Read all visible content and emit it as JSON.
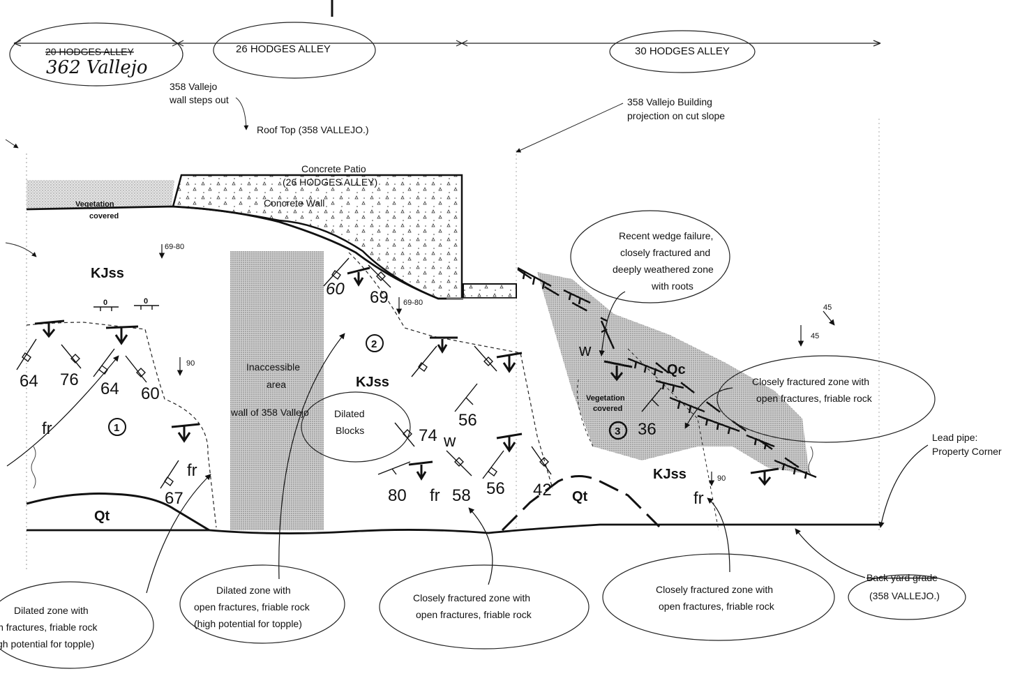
{
  "properties": {
    "p20": "20 HODGES ALLEY",
    "p362": "362 Vallejo",
    "p26": "26 HODGES ALLEY",
    "p30": "30 HODGES ALLEY"
  },
  "notes": {
    "wall_steps_1": "358 Vallejo",
    "wall_steps_2": "wall steps out",
    "roof_top": "Roof Top (358 VALLEJO.)",
    "building_proj_1": "358 Vallejo Building",
    "building_proj_2": "projection on cut slope",
    "patio_1": "Concrete Patio",
    "patio_2": "(26 HODGES ALLEY)",
    "concrete_wall": "Concrete Wall",
    "veg_covered_1": "Vegetation",
    "veg_covered_2": "covered",
    "wedge_1": "Recent wedge failure,",
    "wedge_2": "closely fractured and",
    "wedge_3": "deeply weathered zone",
    "wedge_4": "with roots",
    "inacc_1": "Inaccessible",
    "inacc_2": "area",
    "inacc_3": "wall of 358 Vallejo",
    "dilated_blocks_1": "Dilated",
    "dilated_blocks_2": "Blocks",
    "veg2_1": "Vegetation",
    "veg2_2": "covered",
    "cf_right_1": "Closely fractured zone with",
    "cf_right_2": "open fractures, friable rock",
    "lead_1": "Lead pipe:",
    "lead_2": "Property Corner",
    "dz_left_1": "Dilated zone with",
    "dz_left_2": "in fractures, friable rock",
    "dz_left_3": "gh potential for topple)",
    "dz_mid_1": "Dilated zone with",
    "dz_mid_2": "open fractures, friable rock",
    "dz_mid_3": "(high potential for topple)",
    "cf_mid_1": "Closely fractured zone with",
    "cf_mid_2": "open fractures, friable rock",
    "cf_low_1": "Closely fractured zone with",
    "cf_low_2": "open fractures, friable rock",
    "backyard_1": "Back yard grade",
    "backyard_2": "(358 VALLEJO.)"
  },
  "units": {
    "kjss1": "KJss",
    "kjss2": "KJss",
    "kjss3": "KJss",
    "qt1": "Qt",
    "qt2": "Qt",
    "qc": "Qc",
    "zone1": "1",
    "zone2": "2",
    "zone3": "3"
  },
  "measurements": {
    "m69_80a": "69-80",
    "m69_80b": "69-80",
    "m90a": "90",
    "m90b": "90",
    "m45a": "45",
    "m45b": "45",
    "d64a": "64",
    "d76": "76",
    "d64b": "64",
    "d60a": "60",
    "d60b": "60",
    "d69": "69",
    "d67": "67",
    "d74": "74",
    "d56a": "56",
    "d56b": "56",
    "d80": "80",
    "d58": "58",
    "d42": "42",
    "d36": "36",
    "fr1": "fr",
    "fr2": "fr",
    "fr3": "fr",
    "fr4": "fr",
    "w1": "w",
    "w2": "w",
    "o1": "0",
    "o2": "0"
  }
}
